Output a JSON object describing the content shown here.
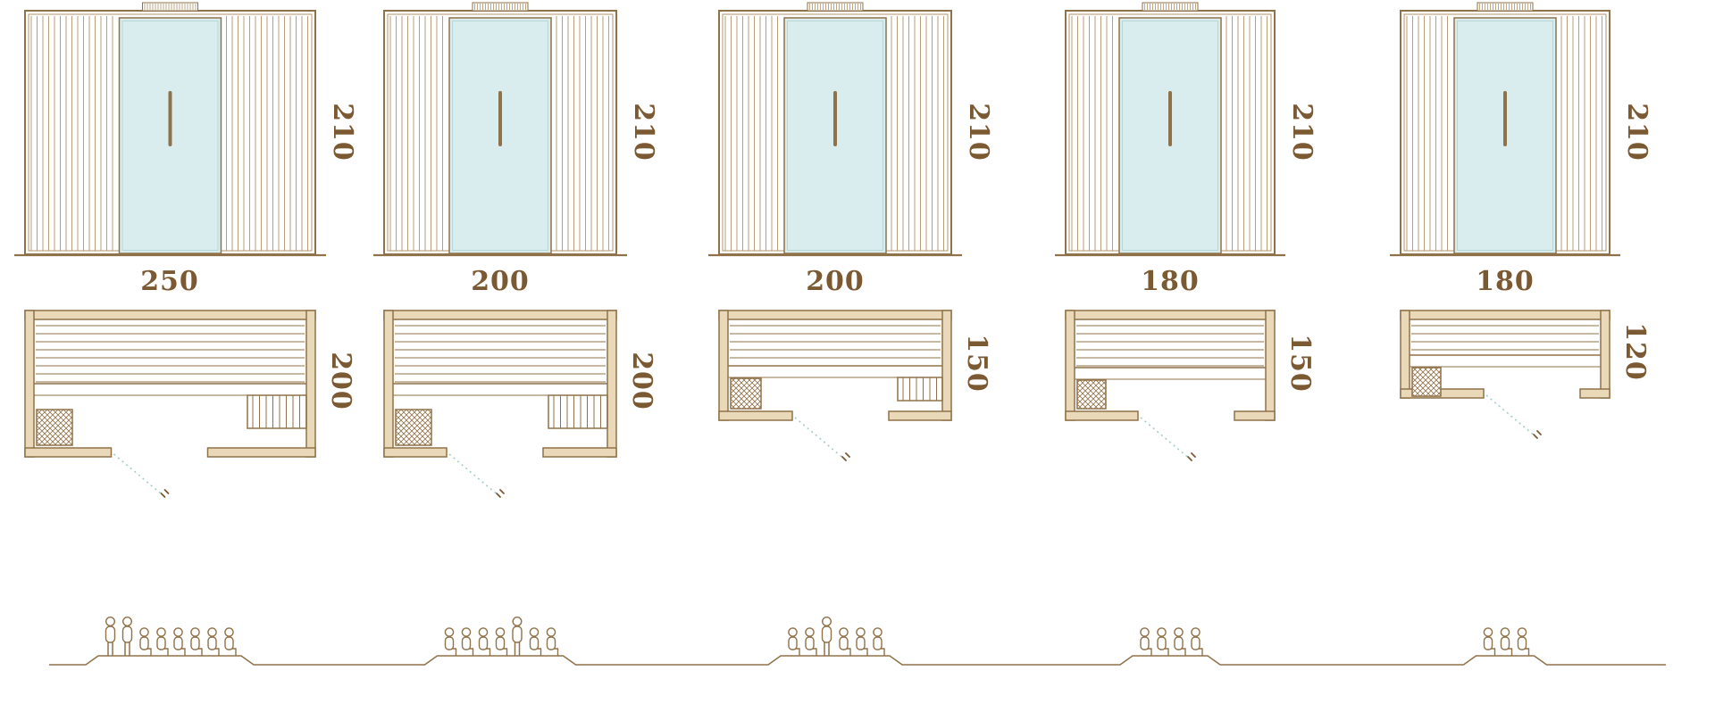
{
  "diagram": {
    "type": "sauna-size-comparison",
    "rows": [
      "front-elevations",
      "floor-plans",
      "capacity-figures"
    ],
    "column_count": 5
  },
  "colors": {
    "line": "#8f7249",
    "line_light": "#b2946b",
    "text": "#7b5a33",
    "glass": "#d9edee",
    "glass_inner": "#b7d6d6",
    "wall_fill": "#ead9b9",
    "door_swing": "#a3cccc",
    "background": "#ffffff"
  },
  "columns": [
    {
      "name": "sauna-250x200",
      "width_label": "250",
      "depth_label": "200",
      "height_label": "210",
      "width_cm": 250,
      "depth_cm": 200,
      "height_cm": 210,
      "capacity_persons": 8
    },
    {
      "name": "sauna-200x200",
      "width_label": "200",
      "depth_label": "200",
      "height_label": "210",
      "width_cm": 200,
      "depth_cm": 200,
      "height_cm": 210,
      "capacity_persons": 7
    },
    {
      "name": "sauna-200x150",
      "width_label": "200",
      "depth_label": "150",
      "height_label": "210",
      "width_cm": 200,
      "depth_cm": 150,
      "height_cm": 210,
      "capacity_persons": 6
    },
    {
      "name": "sauna-180x150",
      "width_label": "180",
      "depth_label": "150",
      "height_label": "210",
      "width_cm": 180,
      "depth_cm": 150,
      "height_cm": 210,
      "capacity_persons": 4
    },
    {
      "name": "sauna-180x120",
      "width_label": "180",
      "depth_label": "120",
      "height_label": "210",
      "width_cm": 180,
      "depth_cm": 120,
      "height_cm": 210,
      "capacity_persons": 3
    }
  ]
}
